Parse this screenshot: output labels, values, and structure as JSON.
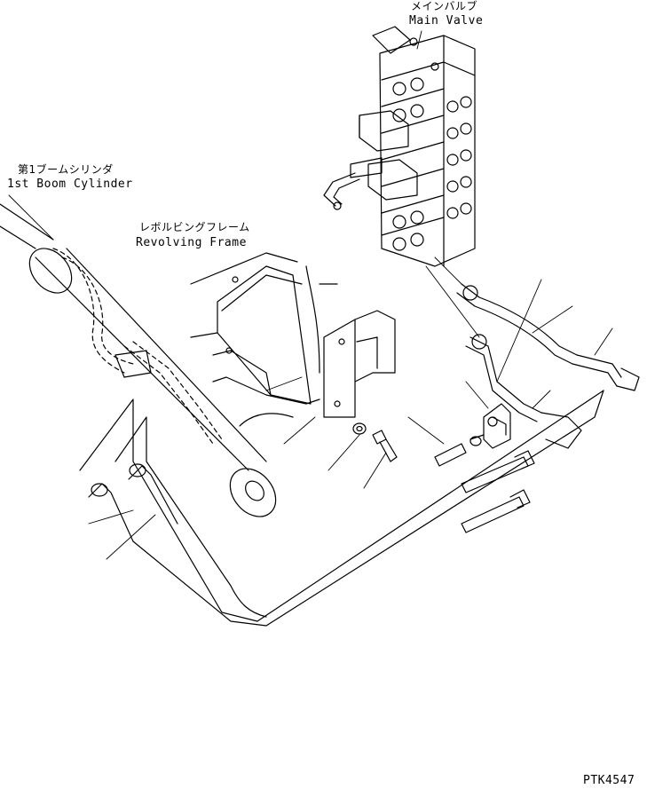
{
  "labels": {
    "main_valve_jp": "メインバルブ",
    "main_valve_en": "Main Valve",
    "boom_cylinder_jp": "第1ブームシリンダ",
    "boom_cylinder_en": "1st Boom Cylinder",
    "revolving_frame_jp": "レボルビングフレーム",
    "revolving_frame_en": "Revolving Frame",
    "drawing_number": "PTK4547"
  },
  "colors": {
    "line": "#000000",
    "background": "#ffffff"
  }
}
